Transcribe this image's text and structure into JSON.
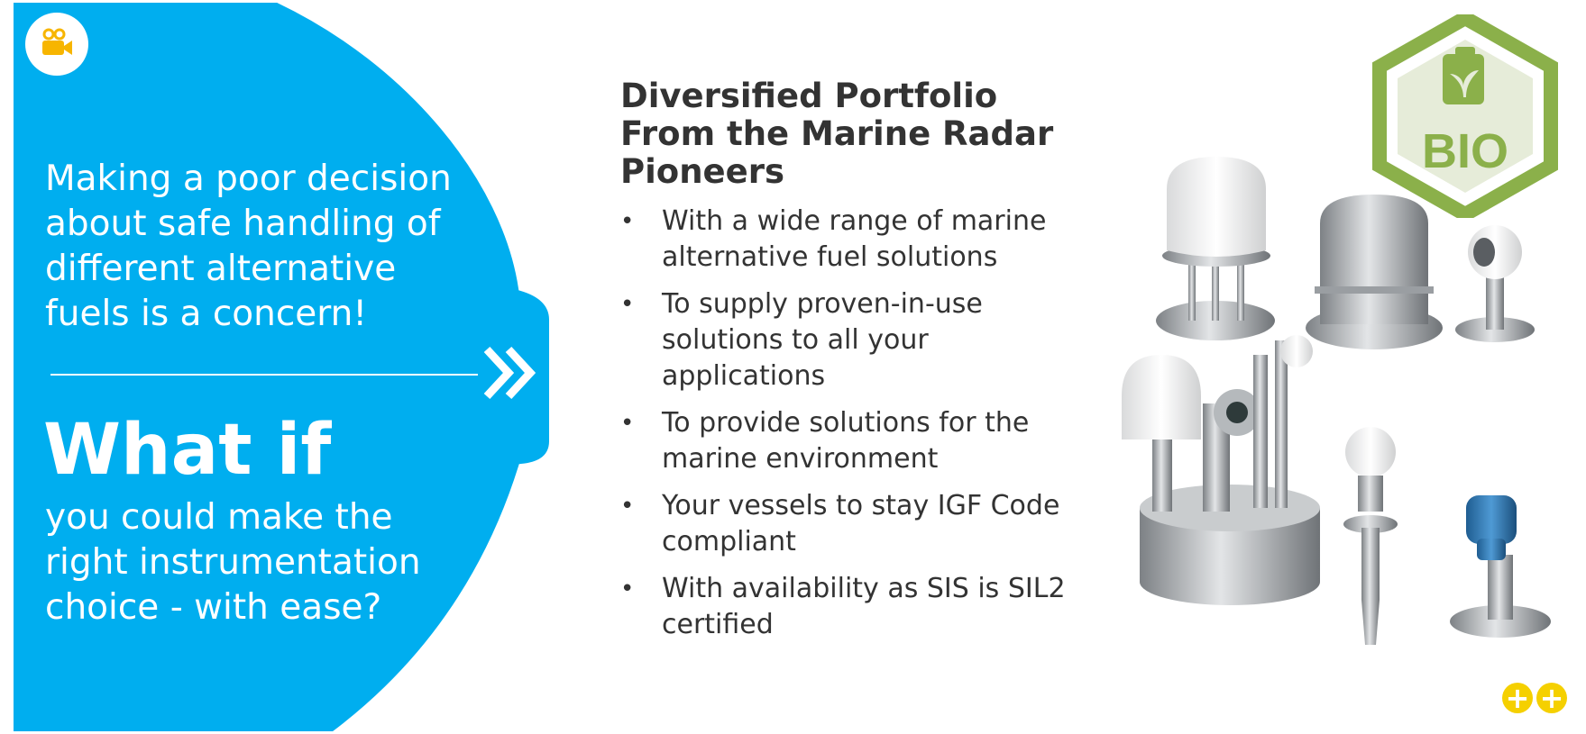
{
  "left_panel": {
    "concern_text": "Making a poor decision about safe handling of different alternative fuels is a concern!",
    "what_if": "What if",
    "ease_text": "you could make the right instrumentation choice - with ease?",
    "color": "#00aeef",
    "video_icon": "video-camera-icon",
    "next_icon": "double-chevron-right-icon"
  },
  "main": {
    "title": "Diversified Portfolio From the Marine Radar Pioneers",
    "bullet_glyph": "•",
    "bullets": [
      "With a wide range of marine alternative fuel solutions",
      "To supply proven-in-use solutions to all your applications",
      "To provide solutions for the marine environment",
      "Your vessels to stay IGF Code compliant",
      "With availability as SIS is SIL2 certified"
    ]
  },
  "bio_badge": {
    "label": "BIO",
    "color": "#8bb04a",
    "icon": "fuel-can-leaf-icon"
  },
  "products": {
    "icon": "radar-level-gauges-image"
  },
  "footer": {
    "plus_1": "+",
    "plus_2": "+",
    "color": "#f5d000"
  }
}
